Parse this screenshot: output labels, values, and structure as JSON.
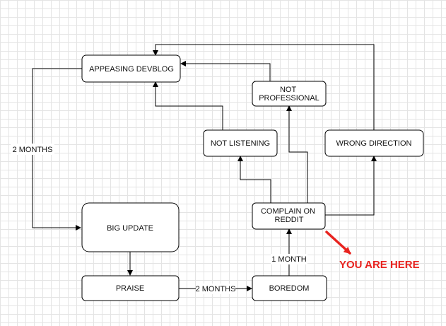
{
  "nodes": {
    "appeasing": [
      "APPEASING DEVBLOG"
    ],
    "not_professional": [
      "NOT",
      "PROFESSIONAL"
    ],
    "not_listening": [
      "NOT LISTENING"
    ],
    "wrong_direction": [
      "WRONG DIRECTION"
    ],
    "complain": [
      "COMPLAIN ON",
      "REDDIT"
    ],
    "big_update": [
      "BIG UPDATE"
    ],
    "praise": [
      "PRAISE"
    ],
    "boredom": [
      "BOREDOM"
    ]
  },
  "edge_labels": {
    "appeasing_to_big_update": "2 MONTHS",
    "praise_to_boredom": "2 MONTHS",
    "boredom_to_complain": "1 MONTH"
  },
  "callout": {
    "text": "YOU ARE HERE",
    "color": "#e8231f"
  }
}
